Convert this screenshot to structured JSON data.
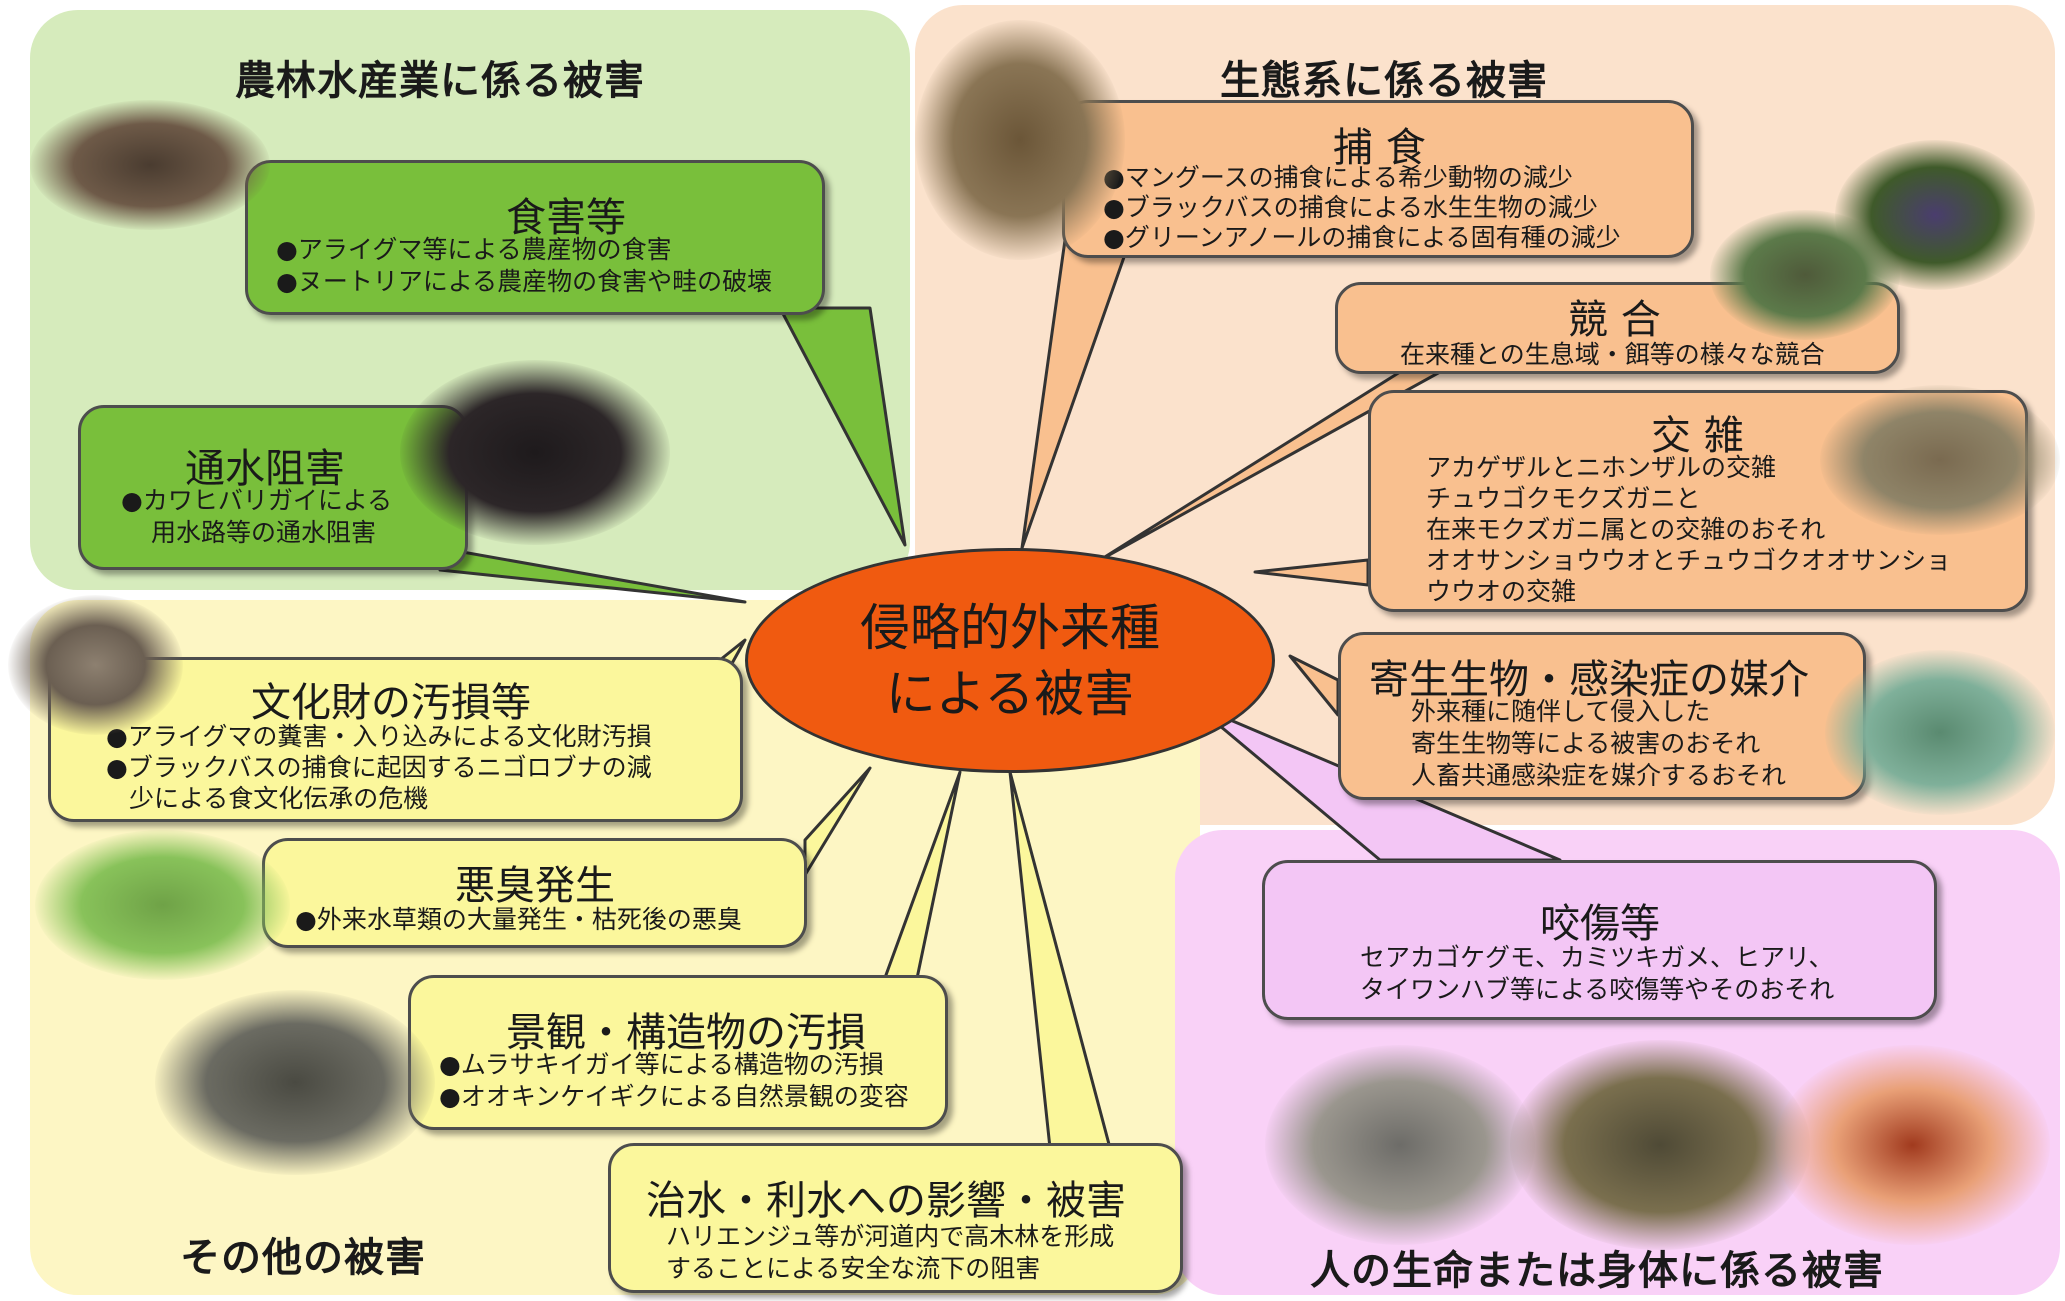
{
  "center": {
    "line1": "侵略的外来種",
    "line2": "による被害"
  },
  "headings": {
    "agri": "農林水産業に係る被害",
    "eco": "生態系に係る被害",
    "other": "その他の被害",
    "human": "人の生命または身体に係る被害"
  },
  "boxes": {
    "shokugai": {
      "title": "食害等",
      "lines": [
        "●アライグマ等による農産物の食害",
        "●ヌートリアによる農産物の食害や畦の破壊"
      ]
    },
    "tsusui": {
      "title": "通水阻害",
      "lines": [
        "●カワヒバリガイによる",
        "用水路等の通水阻害"
      ]
    },
    "bunkazai": {
      "title": "文化財の汚損等",
      "lines": [
        "●アライグマの糞害・入り込みによる文化財汚損",
        "●ブラックバスの捕食に起因するニゴロブナの減",
        "少による食文化伝承の危機"
      ]
    },
    "akushu": {
      "title": "悪臭発生",
      "lines": [
        "●外来水草類の大量発生・枯死後の悪臭"
      ]
    },
    "keikan": {
      "title": "景観・構造物の汚損",
      "lines": [
        "●ムラサキイガイ等による構造物の汚損",
        "●オオキンケイギクによる自然景観の変容"
      ]
    },
    "chisui": {
      "title": "治水・利水への影響・被害",
      "lines": [
        "ハリエンジュ等が河道内で高木林を形成",
        "することによる安全な流下の阻害"
      ]
    },
    "hoshoku": {
      "title": "捕 食",
      "lines": [
        "●マングースの捕食による希少動物の減少",
        "●ブラックバスの捕食による水生生物の減少",
        "●グリーンアノールの捕食による固有種の減少"
      ]
    },
    "kyougou": {
      "title": "競 合",
      "lines": [
        "在来種との生息域・餌等の様々な競合"
      ]
    },
    "kozatsu": {
      "title": "交 雑",
      "lines": [
        "アカゲザルとニホンザルの交雑",
        "チュウゴクモクズガニと",
        "在来モクズガニ属との交雑のおそれ",
        "オオサンショウウオとチュウゴクオオサンショ",
        "ウウオの交雑"
      ]
    },
    "kisei": {
      "title": "寄生生物・感染症の媒介",
      "lines": [
        "外来種に随伴して侵入した",
        "寄生生物等による被害のおそれ",
        "人畜共通感染症を媒介するおそれ"
      ]
    },
    "koushou": {
      "title": "咬傷等",
      "lines": [
        "セアカゴケグモ、カミツキガメ、ヒアリ、",
        "タイワンハブ等による咬傷等やそのおそれ"
      ]
    }
  },
  "colors": {
    "agri_bg": "#d6ebbc",
    "eco_bg": "#fbe2cc",
    "other_bg": "#fdf6c4",
    "human_bg": "#f9d1f7",
    "green_box": "#79bf3b",
    "yellow_box": "#fbf79c",
    "orange_box": "#f9c08f",
    "pink_box": "#f3c6f5",
    "center": "#f05a10"
  },
  "photos": [
    "nutria-photo",
    "rice-mussel-photo",
    "raccoon-photo",
    "water-lettuce-photo",
    "mussel-shore-photo",
    "mongoose-photo",
    "bee-flower-photo",
    "turtle-photo",
    "crab-photo",
    "spider-mite-photo",
    "redback-spider-photo",
    "snapping-turtle-photo",
    "fire-ant-photo"
  ]
}
